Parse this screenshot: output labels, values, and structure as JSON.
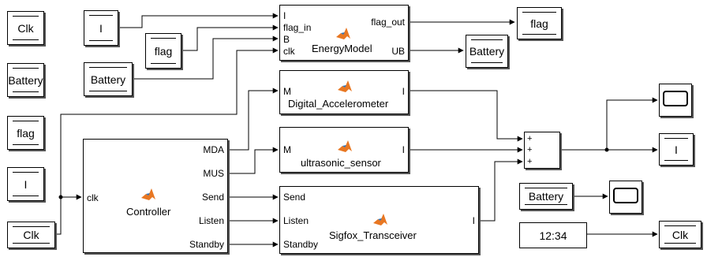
{
  "from_blocks": {
    "clk_top": "Clk",
    "battery_left": "Battery",
    "flag_left": "flag",
    "i_left": "I",
    "clk_bottom": "Clk",
    "i_mid": "I",
    "flag_mid": "flag",
    "battery_mid": "Battery"
  },
  "goto_blocks": {
    "flag_out": "flag",
    "battery_out": "Battery",
    "i_out": "I",
    "clk_out": "Clk"
  },
  "energy_model": {
    "name": "EnergyModel",
    "inputs": [
      "I",
      "flag_in",
      "B",
      "clk"
    ],
    "outputs": [
      "flag_out",
      "UB"
    ]
  },
  "accelerometer": {
    "name": "Digital_Accelerometer",
    "input": "M",
    "output": "I"
  },
  "ultrasonic": {
    "name": "ultrasonic_sensor",
    "input": "M",
    "output": "I"
  },
  "controller": {
    "name": "Controller",
    "input": "clk",
    "outputs": [
      "MDA",
      "MUS",
      "Send",
      "Listen",
      "Standby"
    ]
  },
  "sigfox": {
    "name": "Sigfox_Transceiver",
    "inputs": [
      "Send",
      "Listen",
      "Standby"
    ],
    "output": "I"
  },
  "sum": {
    "signs": [
      "+",
      "+",
      "+"
    ]
  },
  "battery_right": "Battery",
  "clock_display": "12:34",
  "icons": [
    "matlab-function-icon",
    "scope-icon"
  ]
}
